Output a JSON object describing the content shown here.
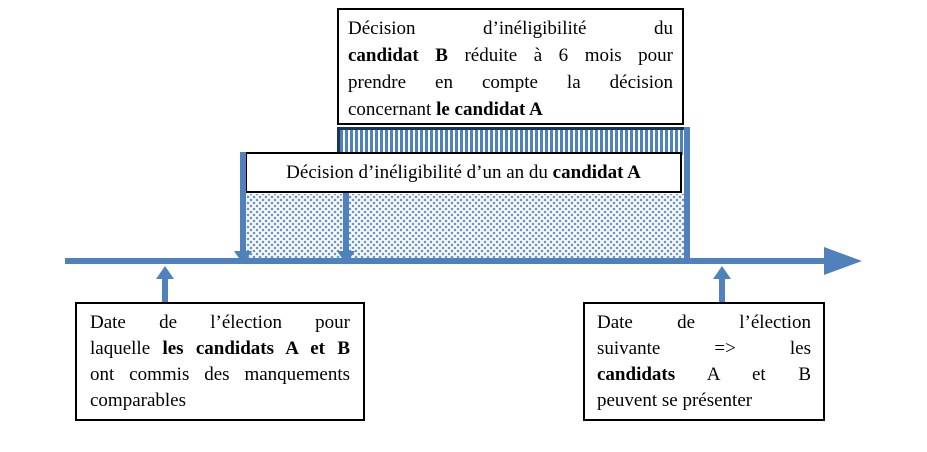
{
  "colors": {
    "accent": "#4f81bd",
    "dark": "#17365d",
    "dot": "#6b96cc"
  },
  "boxes": {
    "candidate_b_decision": {
      "lines": [
        "Décision d’inéligibilité du",
        "**candidat B** réduite à 6 mois pour",
        "prendre en compte la décision",
        "concernant **le candidat A**"
      ]
    },
    "candidate_a_decision": {
      "text": "Décision d’inéligibilité d’un an du **candidat A**"
    },
    "election_first": {
      "lines": [
        "Date de l’élection pour",
        "laquelle **les candidats A et B**",
        "ont commis des manquements",
        "comparables"
      ]
    },
    "election_next": {
      "lines": [
        "Date de l’élection",
        "suivante => les",
        "**candidats** A et B",
        "peuvent se présenter"
      ]
    }
  }
}
